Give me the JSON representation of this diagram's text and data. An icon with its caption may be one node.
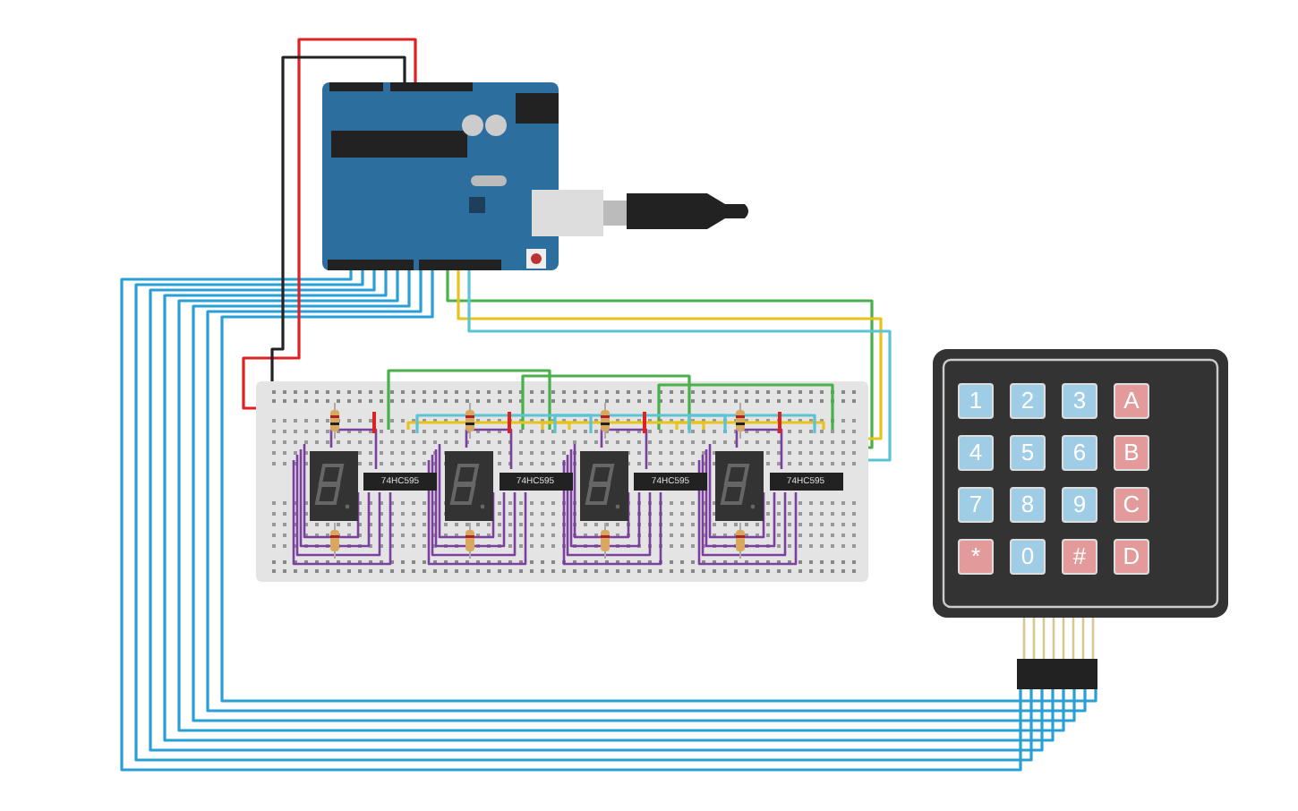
{
  "diagram": {
    "nodes": [
      {
        "text": [],
        "shape": "picture"
      },
      {
        "text": [],
        "shape": "picture"
      },
      {
        "text": [],
        "shape": "picture"
      }
    ],
    "edges": [
      {
        "from": 0,
        "to": 2,
        "arrow": "none"
      },
      {
        "from": 0,
        "to": 2,
        "arrow": "none"
      },
      {
        "from": 0,
        "to": 2,
        "arrow": "none"
      },
      {
        "from": 0,
        "to": 2,
        "arrow": "none"
      },
      {
        "from": 0,
        "to": 2,
        "arrow": "none"
      },
      {
        "from": 0,
        "to": 2,
        "arrow": "none"
      },
      {
        "from": 0,
        "to": 2,
        "arrow": "none"
      },
      {
        "from": 0,
        "to": 2,
        "arrow": "none"
      },
      {
        "from": 0,
        "to": 1,
        "arrow": "none",
        "color": "#dd2222"
      },
      {
        "from": 0,
        "to": 1,
        "arrow": "none",
        "color": "#222222"
      },
      {
        "from": 0,
        "to": 1,
        "arrow": "none",
        "color": "#4ab04a"
      },
      {
        "from": 0,
        "to": 1,
        "arrow": "none",
        "color": "#e8c31a"
      },
      {
        "from": 0,
        "to": 1,
        "arrow": "none",
        "color": "#5bc3d6"
      }
    ],
    "labels": [
      "1",
      "2",
      "3",
      "A",
      "4",
      "5",
      "6",
      "B",
      "7",
      "8",
      "9",
      "C",
      "*",
      "0",
      "#",
      "D",
      "74HC595",
      "74HC595",
      "74HC595",
      "74HC595"
    ]
  }
}
